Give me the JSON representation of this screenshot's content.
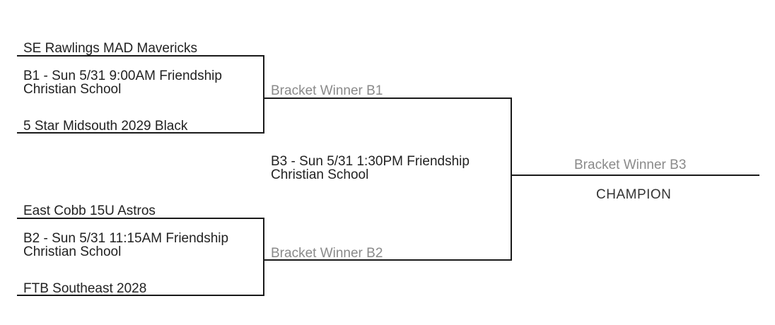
{
  "bracket": {
    "round1": [
      {
        "team_top": "SE Rawlings MAD Mavericks",
        "game_info": "B1 - Sun 5/31 9:00AM Friendship Christian School",
        "team_bottom": "5 Star Midsouth 2029 Black",
        "winner_label": "Bracket Winner B1"
      },
      {
        "team_top": "East Cobb 15U Astros",
        "game_info": "B2 - Sun 5/31 11:15AM Friendship Christian School",
        "team_bottom": "FTB Southeast 2028",
        "winner_label": "Bracket Winner B2"
      }
    ],
    "round2": {
      "game_info": "B3 - Sun 5/31 1:30PM Friendship Christian School",
      "winner_label": "Bracket Winner B3"
    },
    "champion_label": "CHAMPION"
  }
}
